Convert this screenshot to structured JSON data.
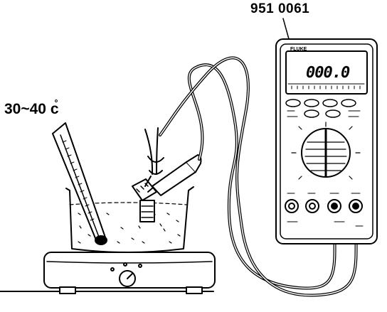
{
  "labels": {
    "part_number": "951 0061",
    "temperature_range": "30~40 c̊"
  },
  "multimeter": {
    "brand": "FLUKE",
    "display_value": "000.0"
  },
  "colors": {
    "ink": "#000000",
    "background": "#ffffff"
  }
}
